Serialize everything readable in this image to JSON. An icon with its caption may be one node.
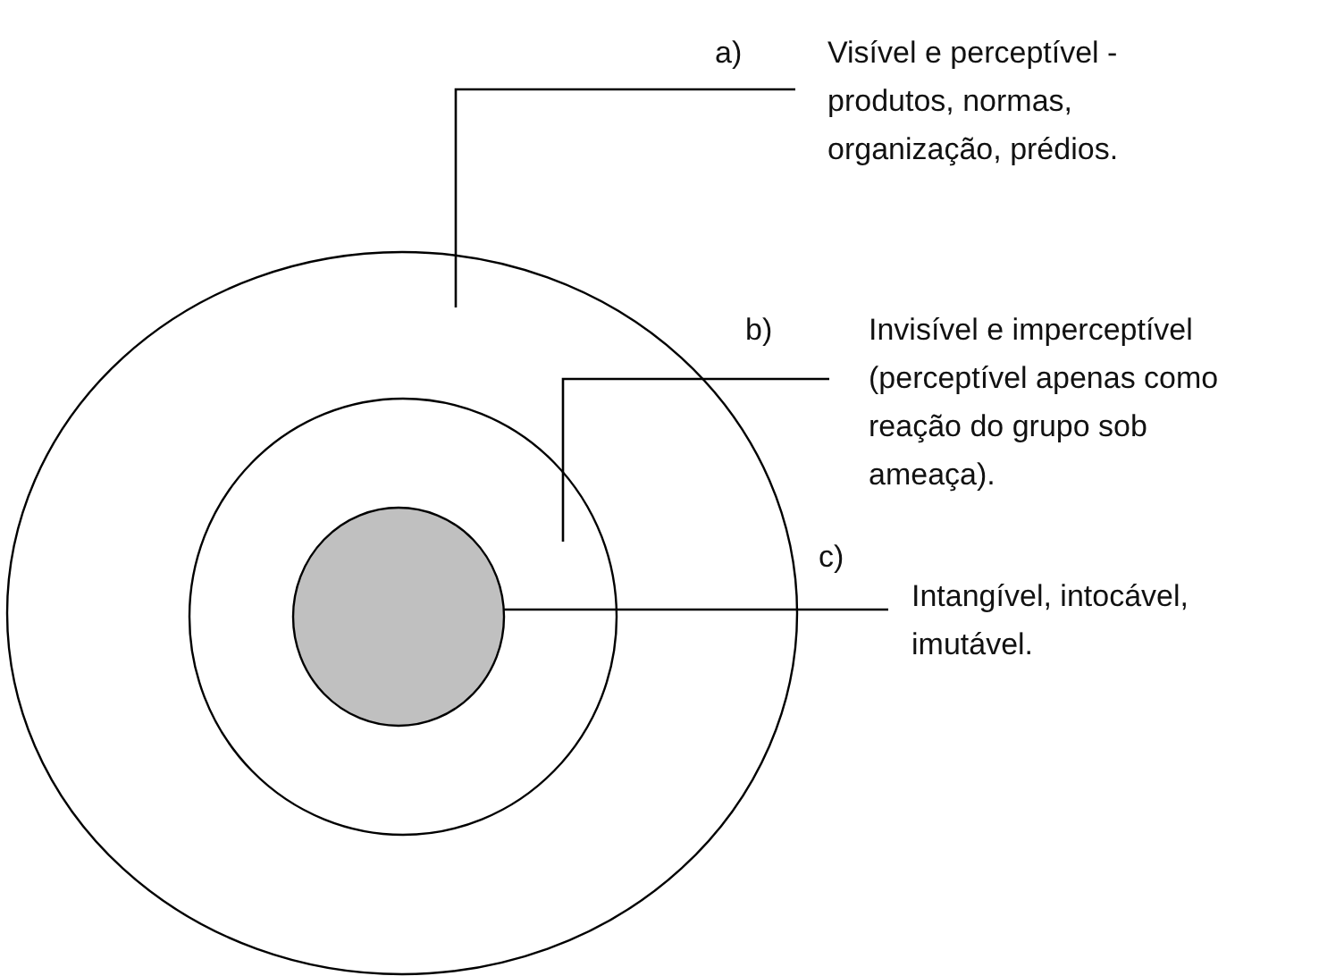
{
  "diagram": {
    "nodes": [
      {
        "text": [],
        "shape": "circle"
      },
      {
        "text": [],
        "shape": "circle",
        "in": 0
      },
      {
        "text": [],
        "shape": "circle",
        "in": 1
      },
      {
        "text": [
          "Visível e perceptível - produtos, normas, organização, prédios."
        ],
        "beside": [
          "a)"
        ]
      },
      {
        "text": [
          "Invisível e imperceptível (perceptível apenas como reação do grupo sob ameaça)."
        ],
        "beside": [
          "b)"
        ]
      },
      {
        "text": [
          "Intangível, intocável, imutável."
        ],
        "beside": [
          "c)"
        ]
      }
    ],
    "edges": [
      {
        "from": 3,
        "to": 0,
        "arrow": "none"
      },
      {
        "from": 4,
        "to": 1,
        "arrow": "none"
      },
      {
        "from": 5,
        "to": 2,
        "arrow": "none"
      }
    ]
  }
}
